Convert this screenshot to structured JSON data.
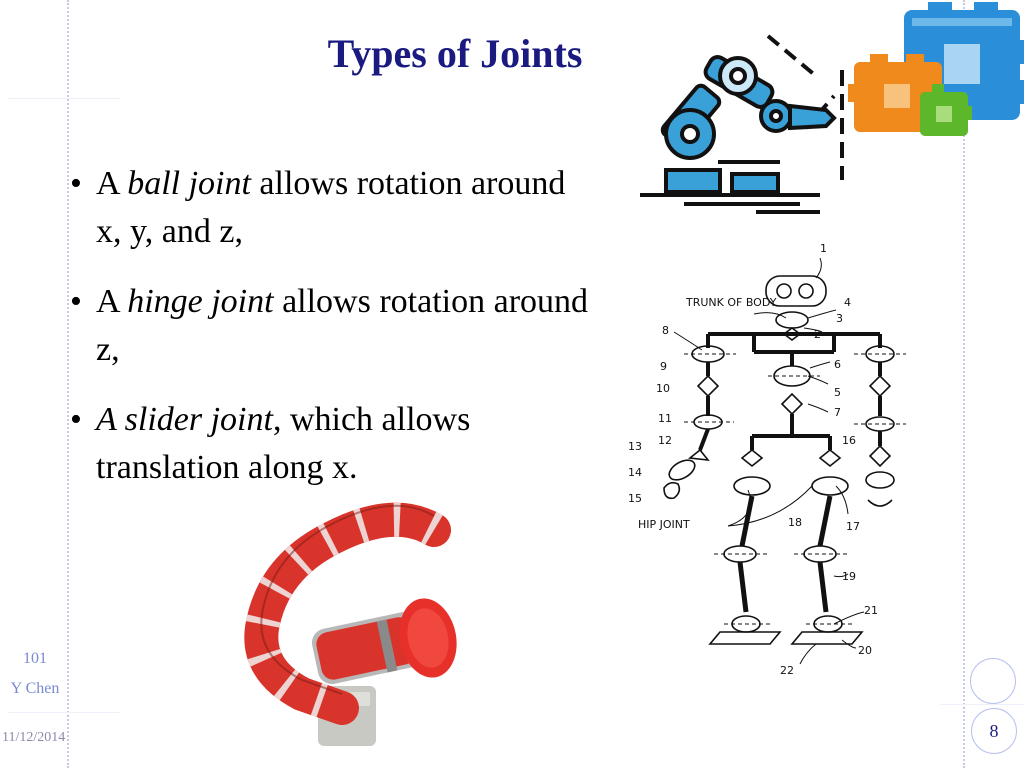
{
  "slide": {
    "title": "Types of Joints",
    "bullets": [
      {
        "pre": "A ",
        "term": "ball joint",
        "post": " allows rotation around x, y, and z,"
      },
      {
        "pre": "A ",
        "term": "hinge joint",
        "post": " allows rotation around z,"
      },
      {
        "pre": "",
        "term": "A slider joint",
        "post": ", which allows translation along x."
      }
    ],
    "bullet_glyph": "•"
  },
  "footer": {
    "number": "101",
    "author": "Y Chen",
    "date": "11/12/2014",
    "page": "8"
  },
  "robot_diagram": {
    "labels": {
      "trunk": "TRUNK OF BODY",
      "hip": "HIP JOINT",
      "numbers": [
        "1",
        "2",
        "3",
        "4",
        "5",
        "6",
        "7",
        "8",
        "9",
        "10",
        "11",
        "12",
        "13",
        "14",
        "15",
        "16",
        "17",
        "18",
        "19",
        "20",
        "21",
        "22"
      ]
    }
  },
  "colors": {
    "title": "#1a1a80",
    "robot_arm_blue": "#3aa0d8",
    "snake_red": "#d9342b",
    "gear_blue": "#2a8fd8",
    "gear_orange": "#f08a1c",
    "gear_green": "#5cb82a"
  }
}
